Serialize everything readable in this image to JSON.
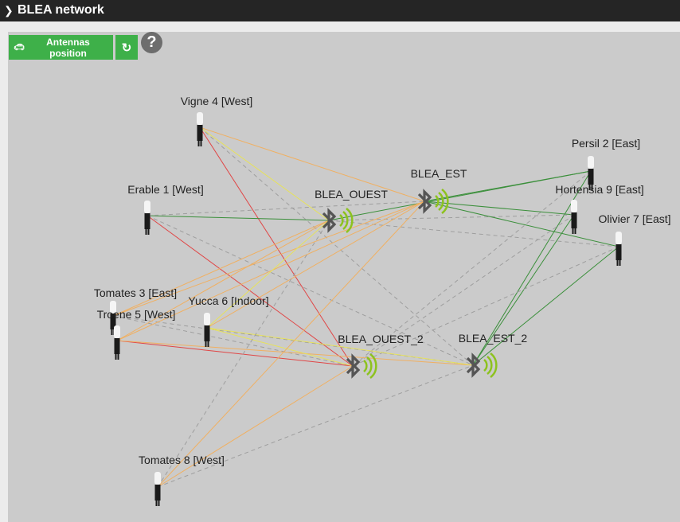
{
  "header": {
    "title": "BLEA network",
    "chevron_icon": "chevron-right-icon"
  },
  "toolbar": {
    "antennas_label": "Antennas position",
    "antennas_icon": "car-icon",
    "refresh_icon": "refresh-icon",
    "help_icon": "help-icon",
    "help_glyph": "?"
  },
  "colors": {
    "header_bg": "#252525",
    "button_green": "#3eb049",
    "panel_bg": "#cbcbcb",
    "link_green": "#3a8f3a",
    "link_red": "#e04646",
    "link_orange": "#f0b062",
    "link_yellow": "#e7e25b",
    "link_dashed": "#9e9e9e",
    "antenna_signal": "#8dc21f"
  },
  "antennas": [
    {
      "id": "a_ouest",
      "label": "BLEA_OUEST"
    },
    {
      "id": "a_est",
      "label": "BLEA_EST"
    },
    {
      "id": "a_ouest2",
      "label": "BLEA_OUEST_2"
    },
    {
      "id": "a_est2",
      "label": "BLEA_EST_2"
    }
  ],
  "devices": [
    {
      "id": "vigne4",
      "label": "Vigne 4 [West]"
    },
    {
      "id": "persil2",
      "label": "Persil 2 [East]"
    },
    {
      "id": "erable1",
      "label": "Erable 1 [West]"
    },
    {
      "id": "hortensia9",
      "label": "Hortensia 9 [East]"
    },
    {
      "id": "olivier7",
      "label": "Olivier 7 [East]"
    },
    {
      "id": "tomates3",
      "label": "Tomates 3 [East]"
    },
    {
      "id": "troene5",
      "label": "Troene 5 [West]"
    },
    {
      "id": "yucca6",
      "label": "Yucca 6 [Indoor]"
    },
    {
      "id": "tomates8",
      "label": "Tomates 8 [West]"
    }
  ],
  "links": [
    {
      "from": "vigne4",
      "to": "a_est",
      "quality": "orange"
    },
    {
      "from": "vigne4",
      "to": "a_ouest",
      "quality": "yellow"
    },
    {
      "from": "vigne4",
      "to": "a_ouest2",
      "quality": "red"
    },
    {
      "from": "vigne4",
      "to": "a_est2",
      "quality": "dashed"
    },
    {
      "from": "persil2",
      "to": "a_est",
      "quality": "green"
    },
    {
      "from": "persil2",
      "to": "a_ouest",
      "quality": "green"
    },
    {
      "from": "persil2",
      "to": "a_est2",
      "quality": "green"
    },
    {
      "from": "persil2",
      "to": "a_ouest2",
      "quality": "dashed"
    },
    {
      "from": "erable1",
      "to": "a_ouest",
      "quality": "green"
    },
    {
      "from": "erable1",
      "to": "a_est",
      "quality": "dashed"
    },
    {
      "from": "erable1",
      "to": "a_ouest2",
      "quality": "red"
    },
    {
      "from": "erable1",
      "to": "a_est2",
      "quality": "dashed"
    },
    {
      "from": "hortensia9",
      "to": "a_est",
      "quality": "green"
    },
    {
      "from": "hortensia9",
      "to": "a_est2",
      "quality": "green"
    },
    {
      "from": "hortensia9",
      "to": "a_ouest",
      "quality": "dashed"
    },
    {
      "from": "hortensia9",
      "to": "a_ouest2",
      "quality": "dashed"
    },
    {
      "from": "olivier7",
      "to": "a_est",
      "quality": "green"
    },
    {
      "from": "olivier7",
      "to": "a_est2",
      "quality": "green"
    },
    {
      "from": "olivier7",
      "to": "a_ouest",
      "quality": "dashed"
    },
    {
      "from": "olivier7",
      "to": "a_ouest2",
      "quality": "dashed"
    },
    {
      "from": "tomates3",
      "to": "a_ouest",
      "quality": "orange"
    },
    {
      "from": "tomates3",
      "to": "a_est",
      "quality": "orange"
    },
    {
      "from": "tomates3",
      "to": "a_ouest2",
      "quality": "dashed"
    },
    {
      "from": "tomates3",
      "to": "a_est2",
      "quality": "dashed"
    },
    {
      "from": "troene5",
      "to": "a_ouest",
      "quality": "orange"
    },
    {
      "from": "troene5",
      "to": "a_est",
      "quality": "orange"
    },
    {
      "from": "troene5",
      "to": "a_ouest2",
      "quality": "red"
    },
    {
      "from": "troene5",
      "to": "a_est2",
      "quality": "orange"
    },
    {
      "from": "yucca6",
      "to": "a_ouest",
      "quality": "yellow"
    },
    {
      "from": "yucca6",
      "to": "a_est",
      "quality": "orange"
    },
    {
      "from": "yucca6",
      "to": "a_ouest2",
      "quality": "yellow"
    },
    {
      "from": "yucca6",
      "to": "a_est2",
      "quality": "yellow"
    },
    {
      "from": "tomates8",
      "to": "a_ouest2",
      "quality": "orange"
    },
    {
      "from": "tomates8",
      "to": "a_est",
      "quality": "orange"
    },
    {
      "from": "tomates8",
      "to": "a_ouest",
      "quality": "dashed"
    },
    {
      "from": "tomates8",
      "to": "a_est2",
      "quality": "dashed"
    }
  ]
}
